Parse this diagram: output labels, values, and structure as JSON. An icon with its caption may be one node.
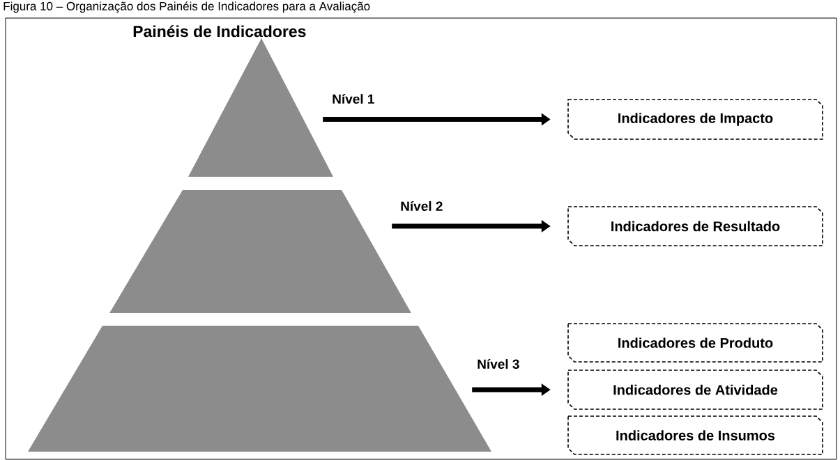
{
  "diagram": {
    "caption": "Figura 10 – Organização dos Painéis de Indicadores para a Avaliação",
    "title": "Painéis de Indicadores",
    "nodes": [
      {
        "text": [],
        "shape": "triangle"
      },
      {
        "text": [],
        "shape": "trapezoid"
      },
      {
        "text": [],
        "shape": "trapezoid"
      },
      {
        "text": [
          "Indicadores de Impacto"
        ]
      },
      {
        "text": [
          "Indicadores de Resultado"
        ]
      },
      {
        "text": [
          "Indicadores de Produto"
        ]
      },
      {
        "text": [
          "Indicadores de Atividade"
        ]
      },
      {
        "text": [
          "Indicadores de Insumos"
        ]
      }
    ],
    "edges": [
      {
        "from": 0,
        "to": 3,
        "arrow": "to",
        "label": "Nível 1"
      },
      {
        "from": 1,
        "to": 4,
        "arrow": "to",
        "label": "Nível 2"
      },
      {
        "from": 2,
        "to": 6,
        "arrow": "to",
        "label": "Nível 3"
      }
    ]
  }
}
